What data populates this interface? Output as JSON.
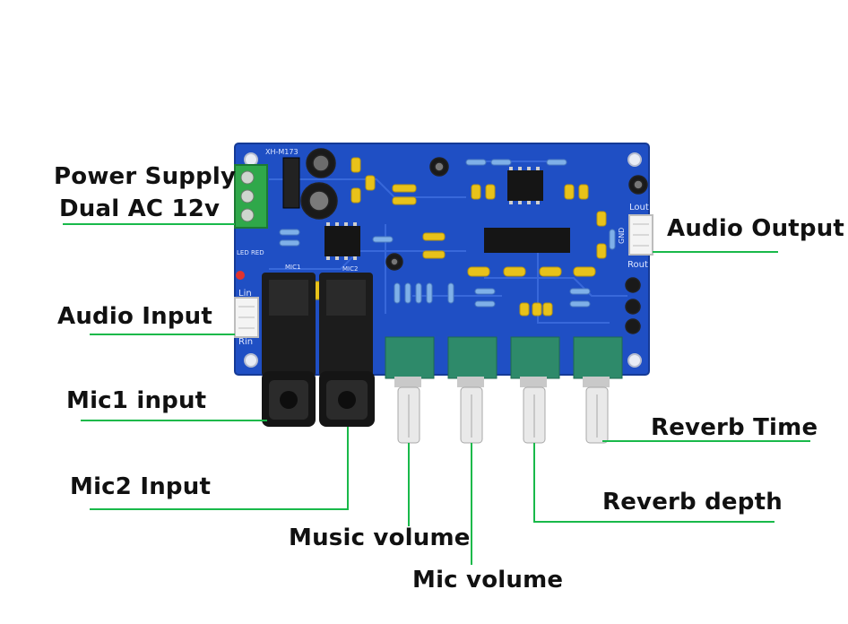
{
  "labels": {
    "power_supply": "Power Supply",
    "dual_ac": "Dual AC 12v",
    "audio_input": "Audio Input",
    "mic1_input": "Mic1 input",
    "mic2_input": "Mic2 Input",
    "music_volume": "Music volume",
    "mic_volume": "Mic volume",
    "reverb_depth": "Reverb depth",
    "reverb_time": "Reverb Time",
    "audio_output": "Audio Output"
  },
  "board_text": {
    "model": "XH-M173",
    "lin": "Lin",
    "rin": "Rin",
    "lout": "Lout",
    "rout": "Rout",
    "gnd": "GND",
    "mic1": "MIC1",
    "mic2": "MIC2",
    "led": "LED RED"
  },
  "colors": {
    "pcb": "#1f4fc4",
    "leader": "#19b94a",
    "capacitor": "#e8c21a",
    "pot": "#2e8a6a",
    "jack": "#1a1a1a"
  }
}
